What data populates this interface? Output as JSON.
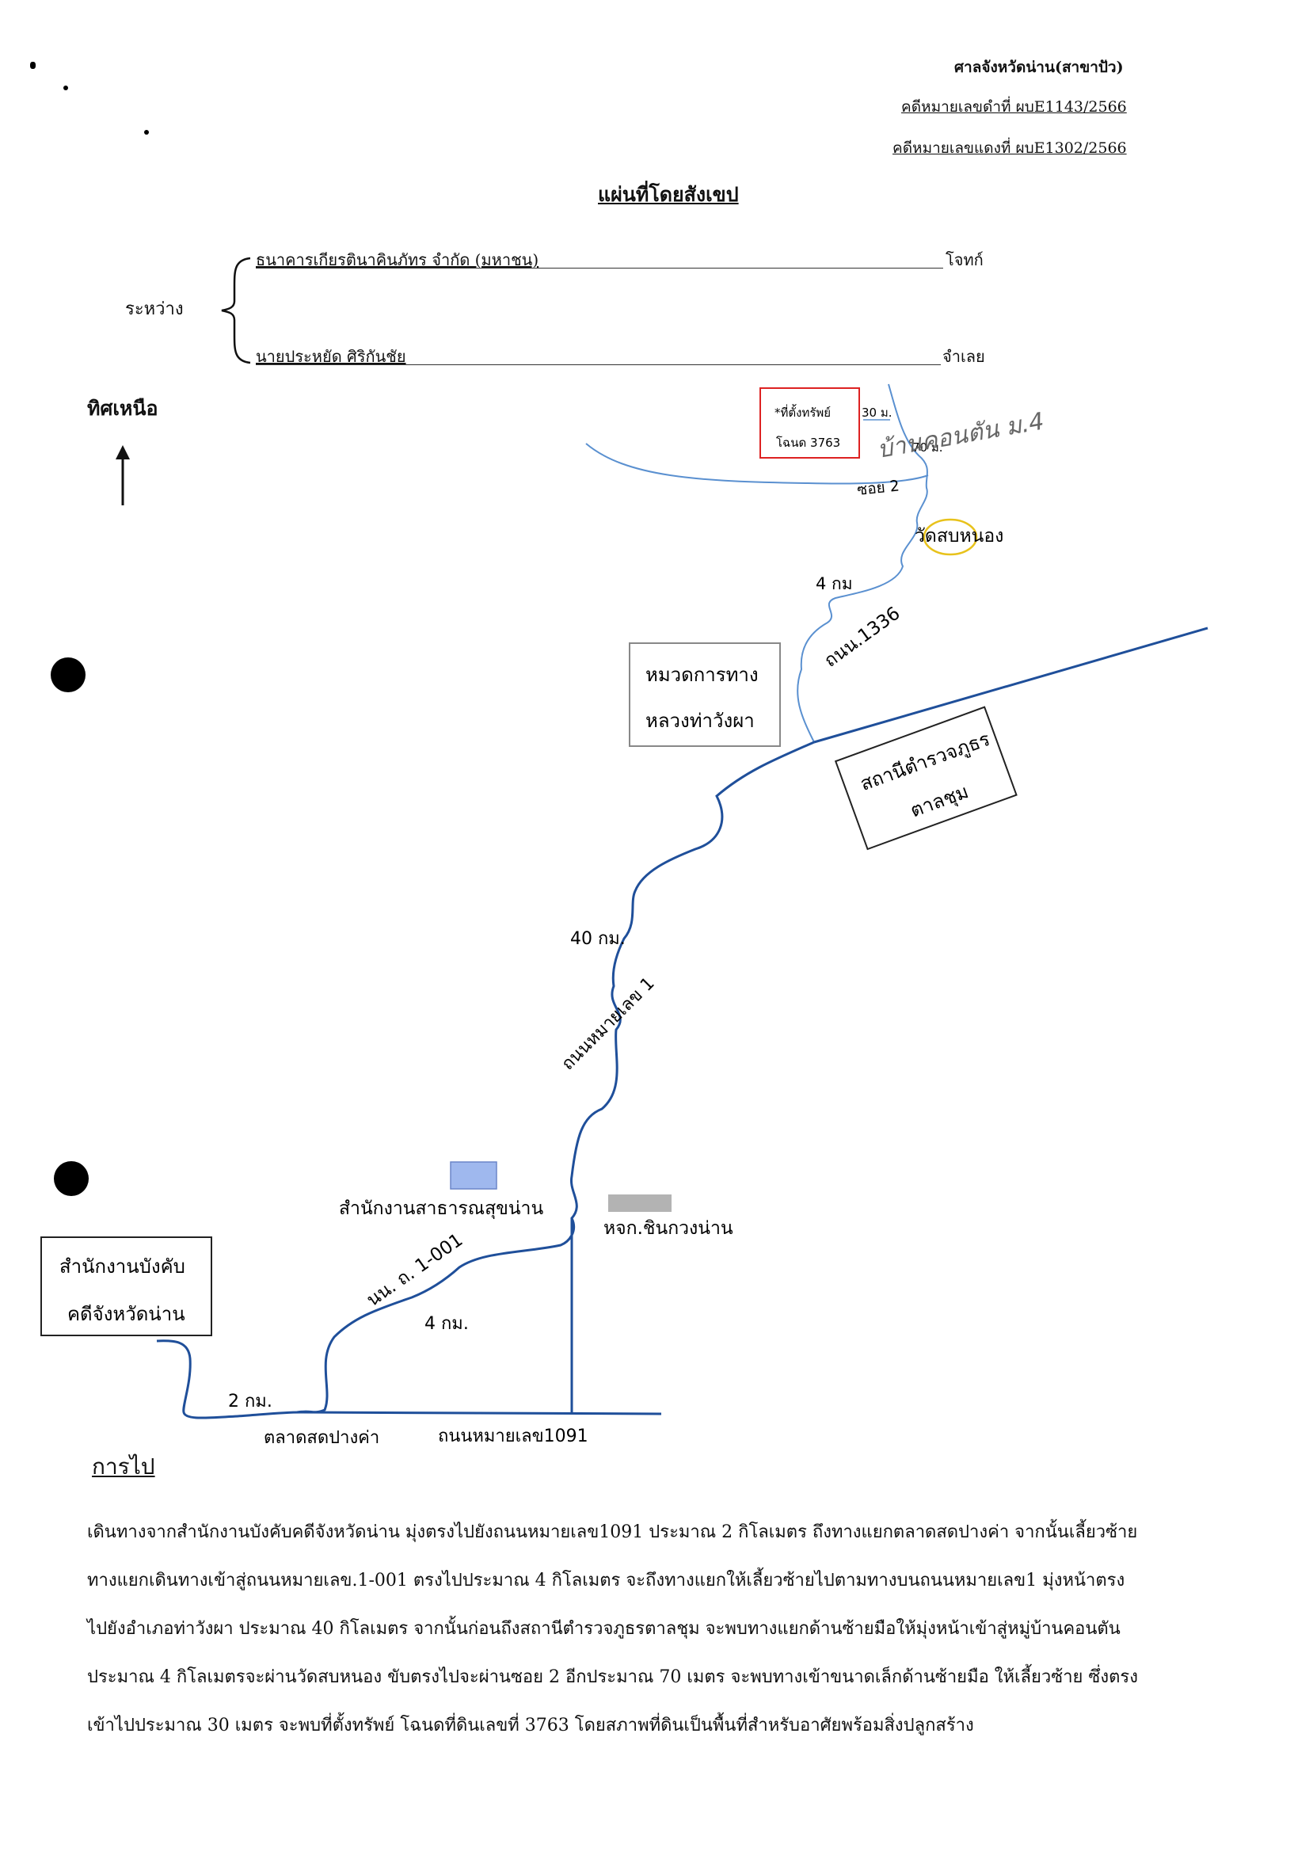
{
  "court": "ศาลจังหวัดน่าน(สาขาปัว)",
  "case_black": "คดีหมายเลขดำที่ ผบE1143/2566",
  "case_red": "คดีหมายเลขแดงที่ ผบE1302/2566",
  "title": "แผ่นที่โดยสังเขป",
  "between_label": "ระหว่าง",
  "plaintiff_name": "ธนาคารเกียรตินาคินภัทร จำกัด (มหาชน)",
  "plaintiff_role": "โจทก์",
  "defendant_name": "นายประหยัด ศิริกันชัย",
  "defendant_role": "จำเลย",
  "north_label": "ทิศเหนือ",
  "map": {
    "property_line1": "*ที่ตั้งทรัพย์",
    "property_line2": "โฉนด 3763",
    "dist_30m": "30 ม.",
    "dist_70m": "70 ม.",
    "handwritten_note": "บ้านคอนตัน ม.4",
    "soi2": "ซอย 2",
    "temple": "วัดสบหนอง",
    "dist_4km_top": "4 กม",
    "road_1336": "ถนน.1336",
    "highway_office_line1": "หมวดการทาง",
    "highway_office_line2": "หลวงท่าวังผา",
    "police_line1": "สถานีตำรวจภูธร",
    "police_line2": "ตาลชุม",
    "dist_40km": "40 กม.",
    "road_1": "ถนนหมายเลข 1",
    "health_office": "สำนักงานสาธารณสุขน่าน",
    "dealer": "หจก.ชินกวงน่าน",
    "road_1001": "นน. ถ. 1-001",
    "dist_4km_bottom": "4 กม.",
    "enforcement_line1": "สำนักงานบังคับ",
    "enforcement_line2": "คดีจังหวัดน่าน",
    "dist_2km": "2 กม.",
    "market": "ตลาดสดปางค่า",
    "road_1091": "ถนนหมายเลข1091",
    "colors": {
      "road": "#1f4f9a",
      "soi": "#5a90d0",
      "property_box": "#d22",
      "temple_circle": "#e8c21b",
      "health_fill": "#9fb8ee",
      "dealer_fill": "#b3b3b3"
    }
  },
  "directions_heading": "การไป",
  "directions_lines": [
    "เดินทางจากสำนักงานบังคับคดีจังหวัดน่าน  มุ่งตรงไปยังถนนหมายเลข1091  ประมาณ 2 กิโลเมตร ถึงทางแยกตลาดสดปางค่า จากนั้นเลี้ยวซ้าย",
    "ทางแยกเดินทางเข้าสู่ถนนหมายเลข.1-001  ตรงไปประมาณ 4 กิโลเมตร  จะถึงทางแยกให้เลี้ยวซ้ายไปตามทางบนถนนหมายเลข1 มุ่งหน้าตรง",
    "ไปยังอำเภอท่าวังผา ประมาณ 40 กิโลเมตร  จากนั้นก่อนถึงสถานีตำรวจภูธรตาลชุม จะพบทางแยกด้านซ้ายมือให้มุ่งหน้าเข้าสู่หมู่บ้านคอนตัน",
    "ประมาณ 4 กิโลเมตรจะผ่านวัดสบหนอง  ขับตรงไปจะผ่านซอย 2 อีกประมาณ 70 เมตร จะพบทางเข้าขนาดเล็กด้านซ้ายมือ ให้เลี้ยวซ้าย ซึ่งตรง",
    "เข้าไปประมาณ 30  เมตร จะพบที่ตั้งทรัพย์ โฉนดที่ดินเลขที่ 3763 โดยสภาพที่ดินเป็นพื้นที่สำหรับอาศัยพร้อมสิ่งปลูกสร้าง"
  ]
}
